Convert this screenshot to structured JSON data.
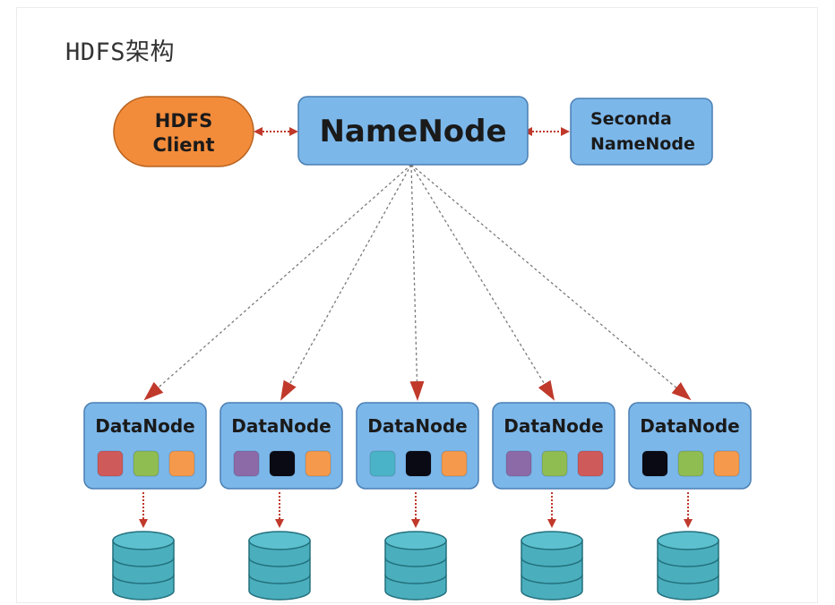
{
  "title": "HDFS架构",
  "client": {
    "line1": "HDFS",
    "line2": "Client"
  },
  "namenode": {
    "label": "NameNode"
  },
  "secondary": {
    "line1": "Seconda",
    "line2": "NameNode"
  },
  "datanodes": [
    {
      "label": "DataNode",
      "blocks": [
        "#cf5a5a",
        "#8fbd52",
        "#f59a4c"
      ]
    },
    {
      "label": "DataNode",
      "blocks": [
        "#8c6aa8",
        "#0a0a14",
        "#f59a4c"
      ]
    },
    {
      "label": "DataNode",
      "blocks": [
        "#4bb3c8",
        "#0a0a14",
        "#f59a4c"
      ]
    },
    {
      "label": "DataNode",
      "blocks": [
        "#8c6aa8",
        "#8fbd52",
        "#cf5a5a"
      ]
    },
    {
      "label": "DataNode",
      "blocks": [
        "#0a0a14",
        "#8fbd52",
        "#f59a4c"
      ]
    }
  ],
  "colors": {
    "box_fill": "#7cb7ea",
    "box_stroke": "#4a7fb3",
    "client_fill": "#f28c3b",
    "arrow": "#c0392b",
    "line": "#7a7a7a",
    "disk_fill": "#4aaebd",
    "disk_stroke": "#23707c"
  }
}
